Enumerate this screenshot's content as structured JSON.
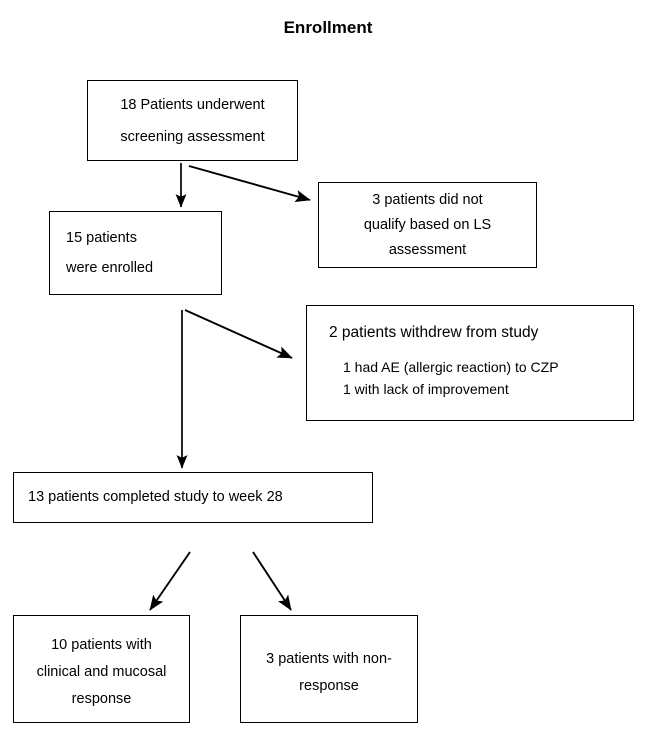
{
  "diagram": {
    "title": "Enrollment",
    "nodes": {
      "screening": {
        "line1": "18 Patients underwent",
        "line2": "screening assessment"
      },
      "not_qualified": {
        "line1": "3 patients did not",
        "line2": "qualify based on LS",
        "line3": "assessment"
      },
      "enrolled": {
        "line1": "15 patients",
        "line2": "were enrolled"
      },
      "withdrew": {
        "heading": "2 patients withdrew from study",
        "detail1": "1 had AE (allergic reaction) to CZP",
        "detail2": "1 with lack of improvement"
      },
      "completed": {
        "line1": "13 patients completed study to week 28"
      },
      "response": {
        "line1": "10 patients with",
        "line2": "clinical and mucosal",
        "line3": "response"
      },
      "nonresponse": {
        "line1": "3 patients with non-",
        "line2": "response"
      }
    },
    "colors": {
      "stroke": "#000000",
      "background": "#ffffff",
      "text": "#000000"
    }
  },
  "chart_data": {
    "type": "diagram",
    "title": "Enrollment",
    "flow": "CONSORT-style patient enrollment flowchart",
    "nodes": [
      {
        "id": "screening",
        "label": "18 Patients underwent screening assessment",
        "count": 18
      },
      {
        "id": "not_qualified",
        "label": "3 patients did not qualify based on LS assessment",
        "count": 3
      },
      {
        "id": "enrolled",
        "label": "15 patients were enrolled",
        "count": 15
      },
      {
        "id": "withdrew",
        "label": "2 patients withdrew from study",
        "count": 2,
        "details": [
          "1 had AE (allergic reaction) to CZP",
          "1 with lack of improvement"
        ]
      },
      {
        "id": "completed",
        "label": "13 patients completed study to week 28",
        "count": 13
      },
      {
        "id": "response",
        "label": "10 patients with clinical and mucosal response",
        "count": 10
      },
      {
        "id": "nonresponse",
        "label": "3 patients with non-response",
        "count": 3
      }
    ],
    "edges": [
      {
        "from": "screening",
        "to": "enrolled"
      },
      {
        "from": "screening",
        "to": "not_qualified"
      },
      {
        "from": "enrolled",
        "to": "completed"
      },
      {
        "from": "enrolled",
        "to": "withdrew"
      },
      {
        "from": "completed",
        "to": "response"
      },
      {
        "from": "completed",
        "to": "nonresponse"
      }
    ]
  }
}
